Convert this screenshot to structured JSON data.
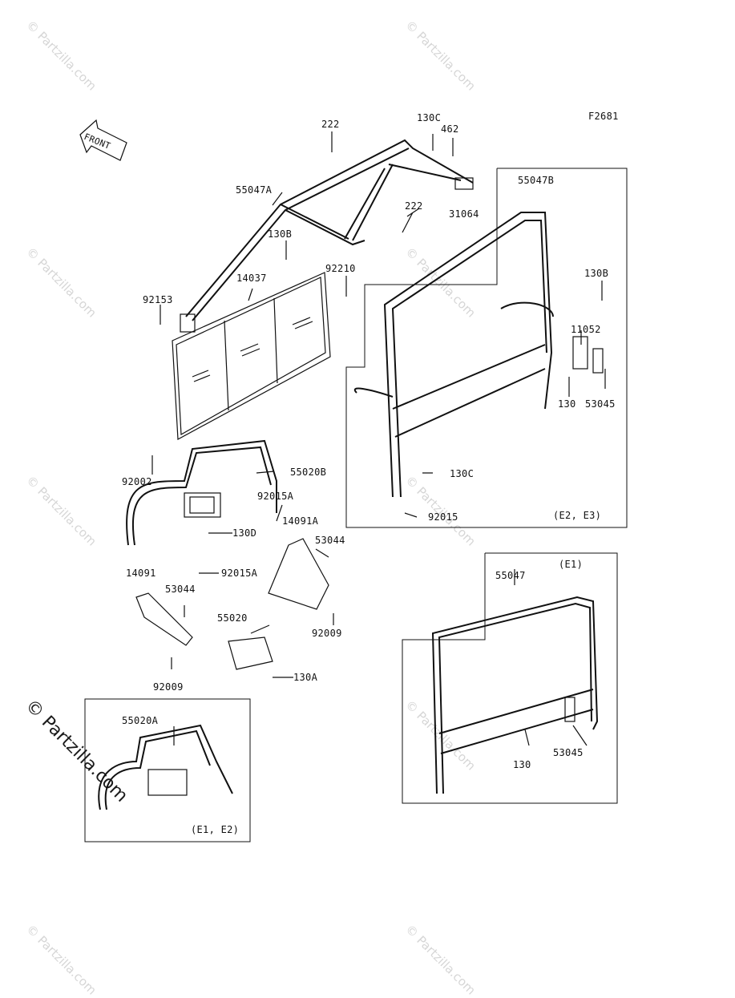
{
  "diagram": {
    "code": "F2681",
    "front_label": "FRONT",
    "watermark": "© Partzilla.com",
    "watermark_main": "© Partzilla.com",
    "variants": {
      "e2_e3": "(E2, E3)",
      "e1": "(E1)",
      "e1_e2": "(E1, E2)"
    },
    "parts": [
      "222",
      "130C",
      "462",
      "55047A",
      "55047B",
      "222",
      "31064",
      "130B",
      "92210",
      "14037",
      "92153",
      "130B",
      "11052",
      "130",
      "53045",
      "92002",
      "55020B",
      "92015A",
      "14091A",
      "130D",
      "53044",
      "130C",
      "92015",
      "14091",
      "53044",
      "92015A",
      "55020",
      "92009",
      "130A",
      "92009",
      "55047",
      "130",
      "53045",
      "55020A"
    ]
  }
}
